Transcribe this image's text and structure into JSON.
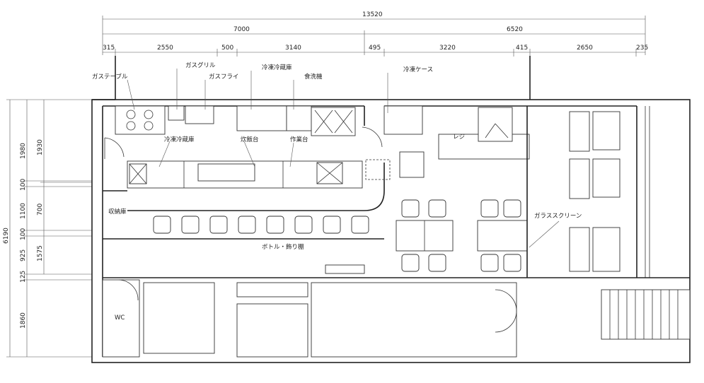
{
  "dimensions": {
    "total_width": "13520",
    "left_span": "7000",
    "right_span": "6520",
    "top_segments": [
      "315",
      "2550",
      "500",
      "3140",
      "495",
      "3220",
      "415",
      "2650",
      "235"
    ],
    "total_height": "6190",
    "left_outer": [
      "1980",
      "100",
      "1100",
      "100",
      "925",
      "125",
      "1860"
    ],
    "left_inner": [
      "1930",
      "700",
      "1575"
    ]
  },
  "labels": {
    "gas_table": "ガステーブル",
    "gas_grill": "ガスグリル",
    "gas_fryer": "ガスフライ",
    "fridge_freezer_top": "冷凍冷蔵庫",
    "dishwasher": "食洗機",
    "freezer_case": "冷凍ケース",
    "register": "レジ",
    "fridge_freezer_bottom": "冷凍冷蔵庫",
    "cooking_counter": "炊飯台",
    "work_counter": "作業台",
    "storage": "収納庫",
    "bottle_shelf": "ボトル・飾り棚",
    "glass_screen": "ガラススクリーン",
    "wc": "WC"
  }
}
